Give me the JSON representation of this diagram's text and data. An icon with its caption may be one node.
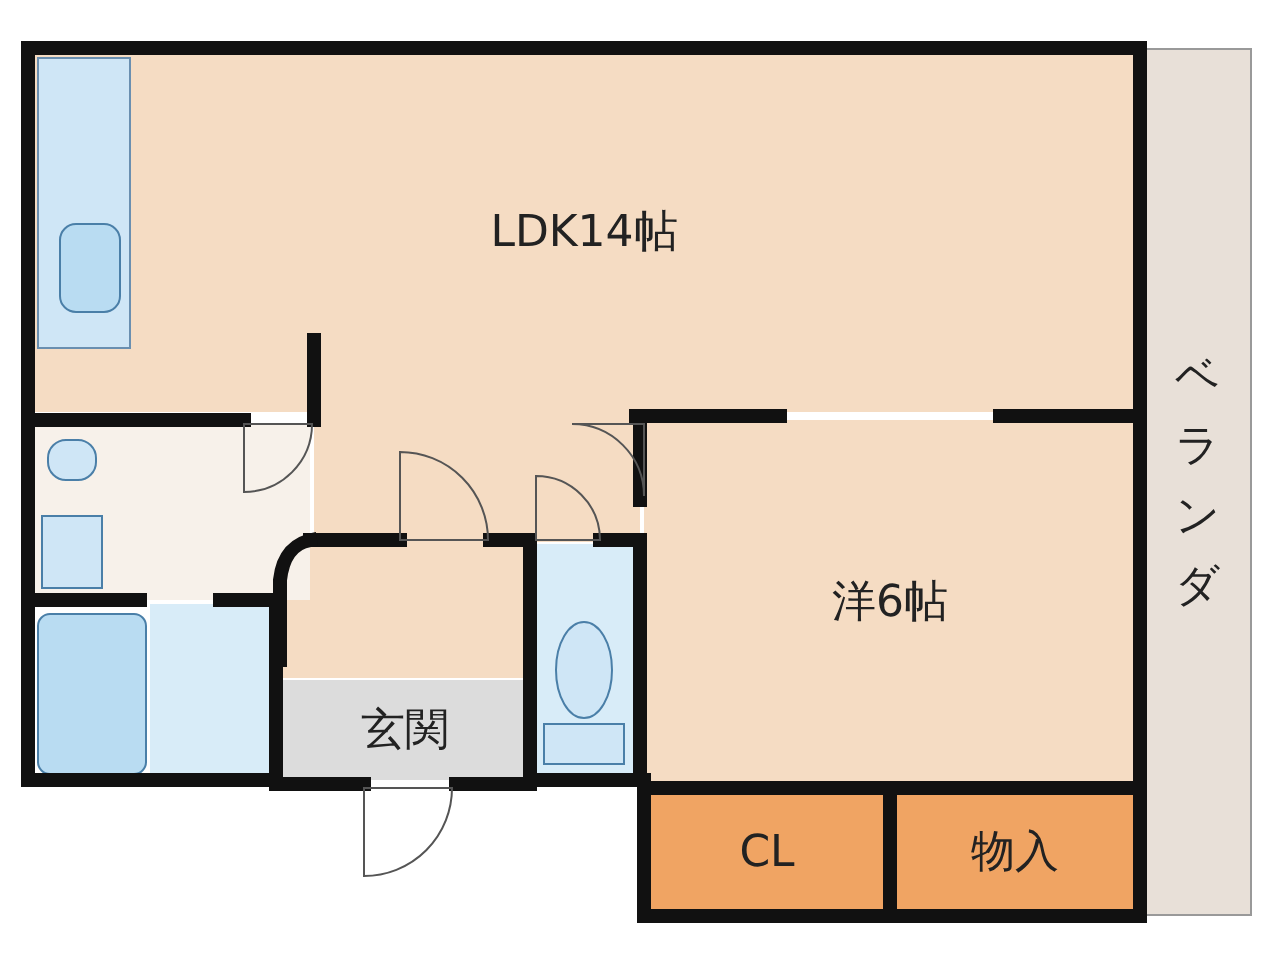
{
  "diagram": {
    "nodes": [
      {
        "text": [
          "LDK14帖"
        ]
      },
      {
        "text": [
          "洋6帖"
        ]
      },
      {
        "text": [
          "玄関"
        ]
      },
      {
        "text": [
          "CL"
        ]
      },
      {
        "text": [
          "物入"
        ]
      },
      {
        "text": [
          "ベランダ"
        ]
      }
    ]
  }
}
